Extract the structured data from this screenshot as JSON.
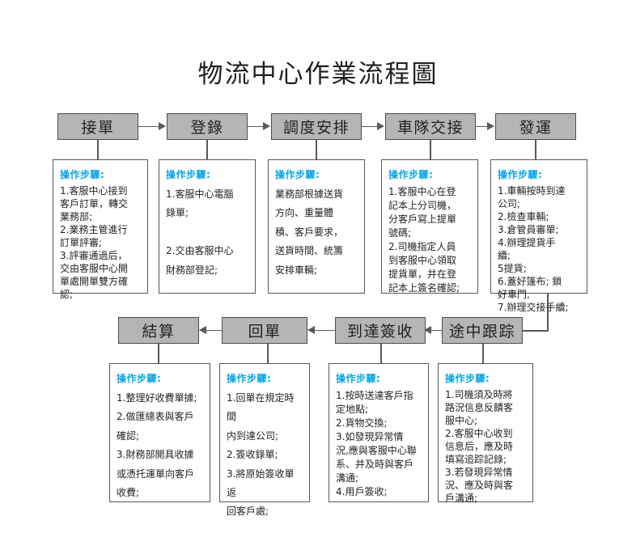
{
  "diagram": {
    "title": "物流中心作業流程圖",
    "steps_header": "操作步驟:",
    "colors": {
      "process_fill": "#b5b5b5",
      "process_border": "#4d4d4d",
      "detail_border": "#595959",
      "header_text": "#0aa5e4",
      "line": "#58595b",
      "text": "#231f20",
      "background": "#ffffff"
    },
    "top_row": [
      {
        "label": "接單",
        "detail": "1.客服中心接到\n客戶訂單，轉交\n業務部;\n2.業務主管進行\n訂單評審;\n3.評審通過后，\n交由客服中心開\n單處開單雙方確\n認;"
      },
      {
        "label": "登錄",
        "detail": "1.客服中心電腦\n錄單;\n\n2.交由客服中心\n財務部登記;"
      },
      {
        "label": "調度安排",
        "detail": "業務部根據送貨\n方向、重量體\n積、客戶要求，\n送貨時間、統籌\n安排車輛;"
      },
      {
        "label": "車隊交接",
        "detail": "1.客服中心在登\n記本上分司機，\n分客戶寫上提單\n號碼;\n2.司機指定人員\n到客服中心領取\n提貨單，并在登\n記本上簽名確認;"
      },
      {
        "label": "發運",
        "detail": "1.車輛按時到達\n公司;\n2.檢查車輛;\n3.倉管員審單;\n4.辦理提貨手\n續;\n5提貨;\n6.蓋好篷布; 鎖\n好車門,\n7.辦理交接手續;"
      }
    ],
    "bottom_row": [
      {
        "label": "結算",
        "detail": "1.整理好收費單據;\n2.做匯總表與客戶\n確認;\n3.財務部開具收據\n或憑托運單向客戶\n收費;"
      },
      {
        "label": "回單",
        "detail": "1.回單在規定時間\n内到達公司;\n2.簽收錄單;\n3.將原始簽收單返\n回客戶處;"
      },
      {
        "label": "到達簽收",
        "detail": "1.按時送達客戶指\n定地點;\n2.貨物交換;\n3.如發現异常情\n況,應與客服中心聯\n系、并及時與客戶\n溝通;\n4.用戶簽收;"
      },
      {
        "label": "途中跟踪",
        "detail": "1.司機須及時將\n路況信息反饋客\n服中心;\n2.客服中心收到\n信息后，應及時\n填寫追踪記錄;\n3.若發現异常情\n況、應及時與客\n戶溝通;"
      }
    ],
    "flow_direction": {
      "top": "left-to-right",
      "bottom": "right-to-left",
      "wrap": "發運 → 途中跟踪"
    }
  }
}
